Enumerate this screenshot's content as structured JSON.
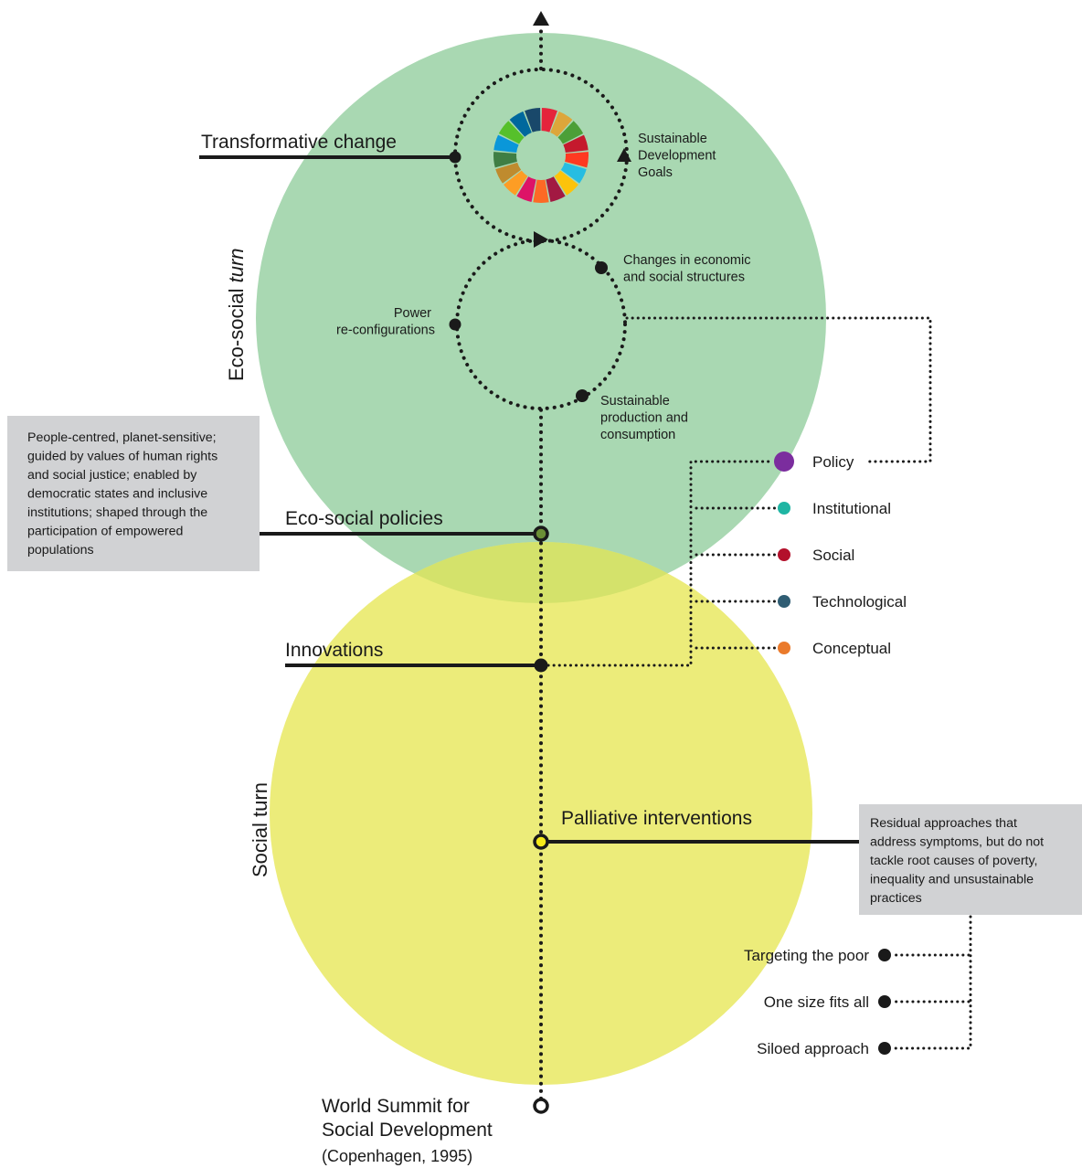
{
  "colors": {
    "green_circle": "#a9d8b2",
    "yellow_circle": "#ecec7a",
    "overlap": "#d4e26b",
    "box_gray": "#d1d2d4",
    "policy": "#7b2d9e",
    "institutional": "#1fb5a3",
    "social": "#b3102b",
    "technological": "#2f5d73",
    "conceptual": "#ea7a2b",
    "node_green": "#6b8f35",
    "node_yellow": "#f6ea1a"
  },
  "sdg_wheel_colors": [
    "#e5243b",
    "#dda63a",
    "#4c9f38",
    "#c5192d",
    "#ff3a21",
    "#26bde2",
    "#fcc30b",
    "#a21942",
    "#fd6925",
    "#dd1367",
    "#fd9d24",
    "#bf8b2e",
    "#3f7e44",
    "#0a97d9",
    "#56c02b",
    "#00689d",
    "#19486a"
  ],
  "labels": {
    "transformative_change": "Transformative change",
    "sdg_line1": "Sustainable",
    "sdg_line2": "Development",
    "sdg_line3": "Goals",
    "changes_line1": "Changes in economic",
    "changes_line2": "and social structures",
    "power_line1": "Power",
    "power_line2": "re-configurations",
    "spc_line1": "Sustainable",
    "spc_line2": "production and",
    "spc_line3": "consumption",
    "eco_social_policies": "Eco-social policies",
    "innovations": "Innovations",
    "palliative_interventions": "Palliative interventions",
    "eco_social_turn_prefix": "Eco-social ",
    "eco_social_turn_italic": "turn",
    "social_turn": "Social turn",
    "summit_line1": "World Summit for",
    "summit_line2": "Social Development",
    "summit_line3": "(Copenhagen, 1995)"
  },
  "innovation_types": [
    {
      "label": "Policy",
      "color_key": "policy"
    },
    {
      "label": "Institutional",
      "color_key": "institutional"
    },
    {
      "label": "Social",
      "color_key": "social"
    },
    {
      "label": "Technological",
      "color_key": "technological"
    },
    {
      "label": "Conceptual",
      "color_key": "conceptual"
    }
  ],
  "eco_box_lines": [
    "People-centred, planet-sensitive;",
    "guided by values of human rights",
    "and social justice; enabled by",
    "democratic states and inclusive",
    "institutions; shaped through the",
    "participation of empowered",
    "populations"
  ],
  "residual_box_lines": [
    "Residual approaches that",
    "address symptoms, but do not",
    "tackle root causes of poverty,",
    "inequality and unsustainable",
    "practices"
  ],
  "residual_items": [
    "Targeting the poor",
    "One size fits all",
    "Siloed approach"
  ]
}
